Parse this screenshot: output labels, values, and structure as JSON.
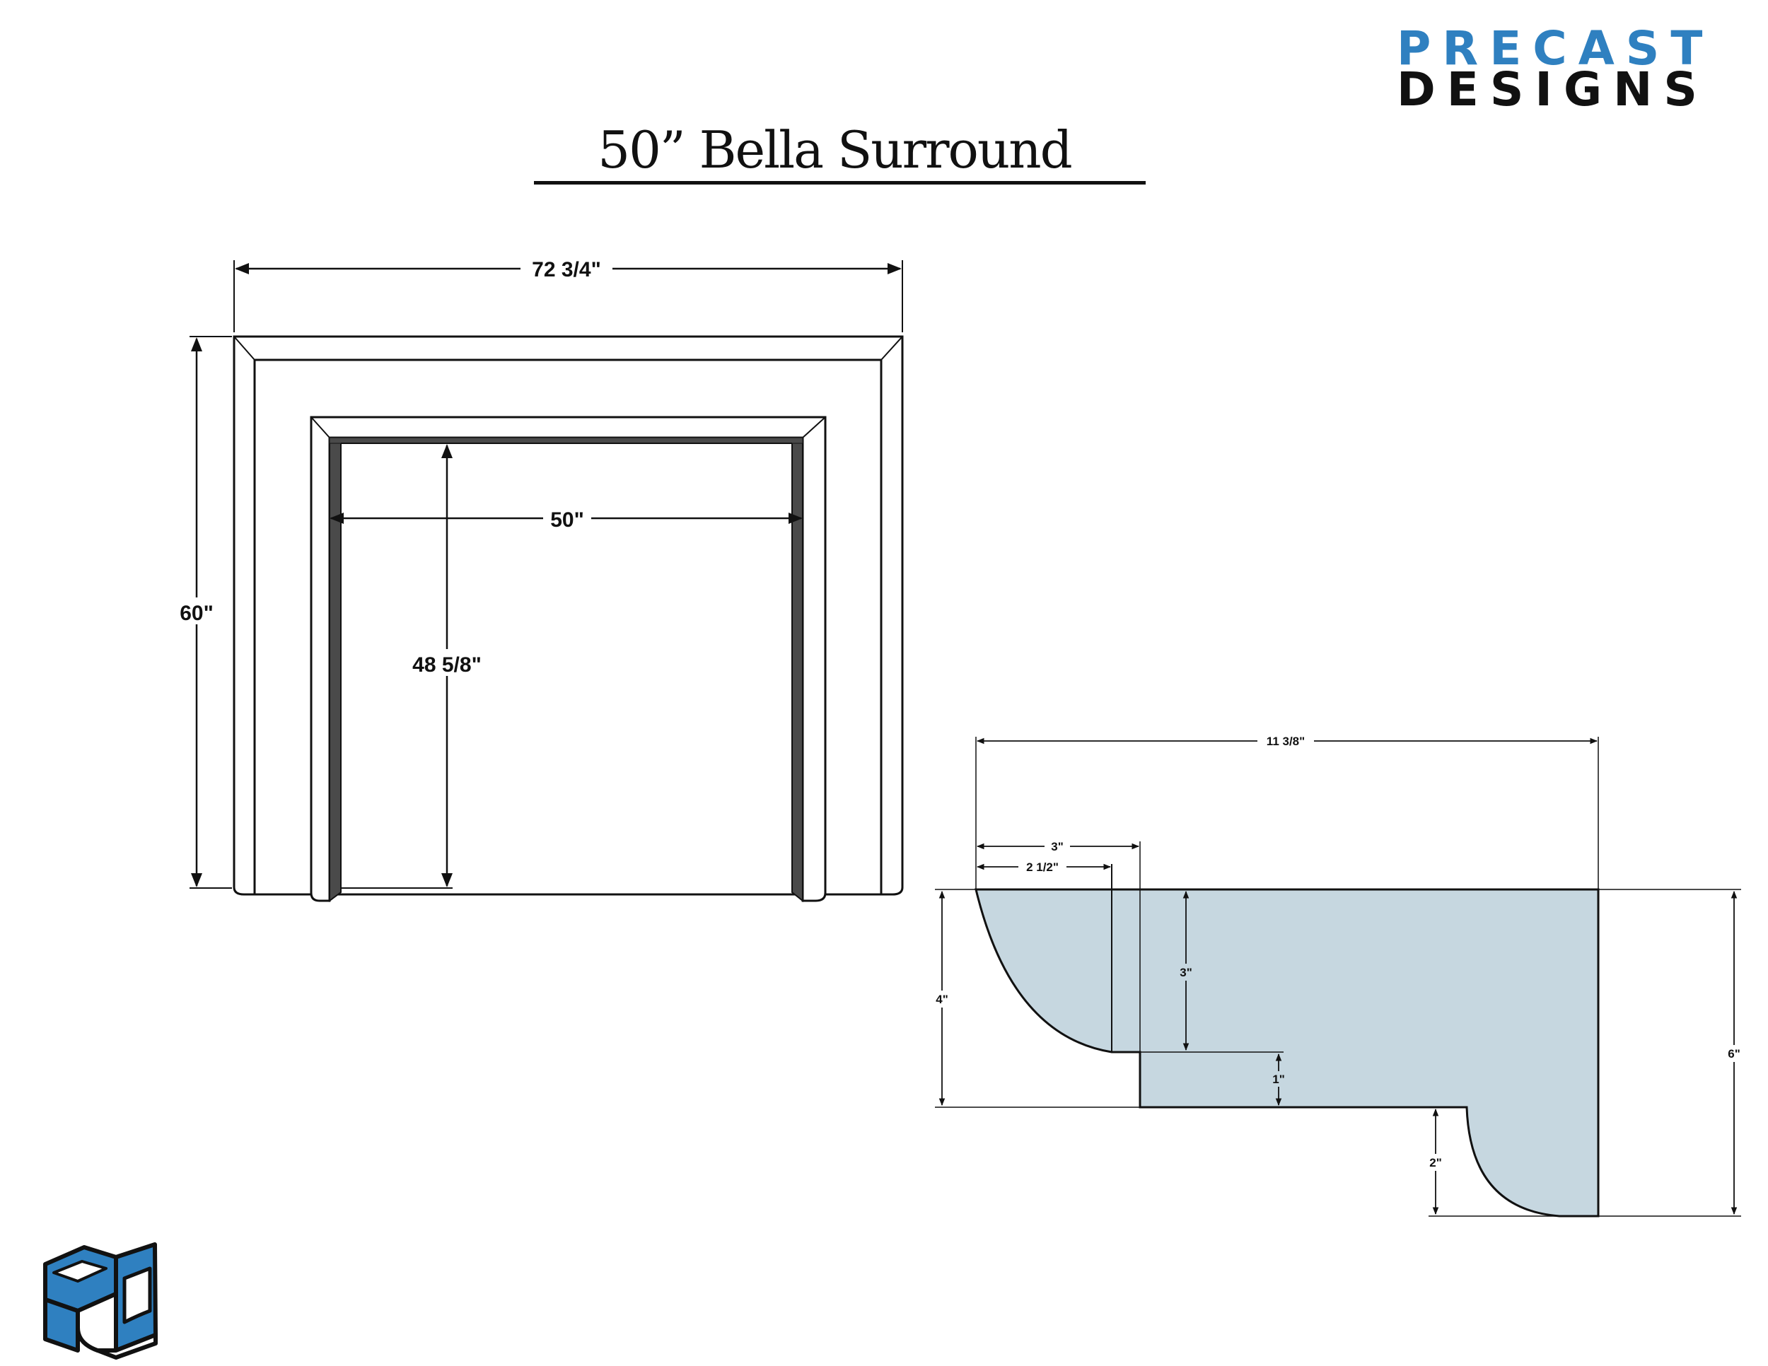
{
  "brand": {
    "line1": "PRECAST",
    "line2": "DESIGNS",
    "primary_color": "#2f80c0",
    "dark_color": "#111111"
  },
  "title": "50” Bella Surround",
  "front_view": {
    "overall_width": "72 3/4\"",
    "overall_height": "60\"",
    "opening_width": "50\"",
    "opening_height": "48 5/8\""
  },
  "profile_view": {
    "fill_color": "#c6d7e0",
    "overall_depth": "11 3/8\"",
    "step_depth": "3\"",
    "cove_depth": "2 1/2\"",
    "front_height": "4\"",
    "upper_height": "3\"",
    "step_height": "1\"",
    "back_height": "6\"",
    "bottom_cove_height": "2\""
  },
  "logo_icon": "precast-designs-cube-logo"
}
